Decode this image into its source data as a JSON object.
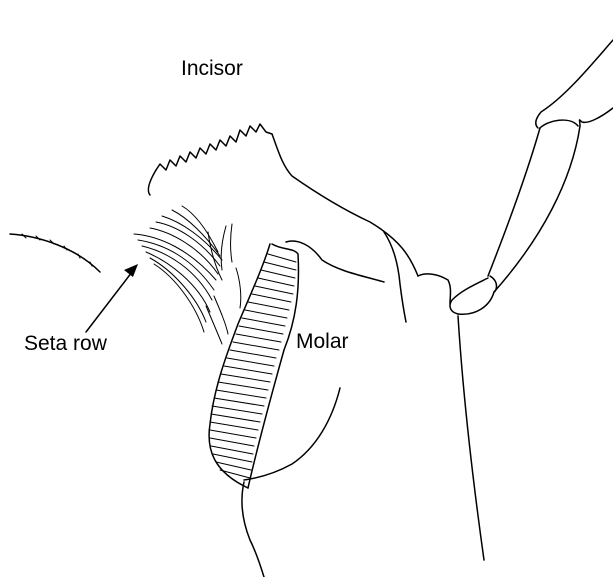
{
  "labels": {
    "incisor": "Incisor",
    "seta_row": "Seta row",
    "molar": "Molar"
  },
  "colors": {
    "ink": "#000000",
    "background": "#ffffff"
  }
}
